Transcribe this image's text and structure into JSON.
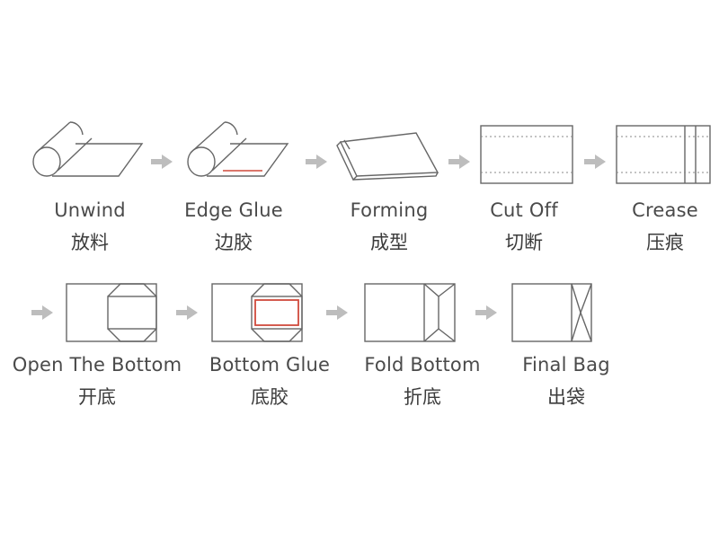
{
  "colors": {
    "line": "#666666",
    "arrow": "#bdbdbd",
    "glue": "#d04a3c",
    "text": "#4a4a4a"
  },
  "steps": [
    {
      "en": "Unwind",
      "zh": "放料",
      "icon": "roll-unwind-icon"
    },
    {
      "en": "Edge Glue",
      "zh": "边胶",
      "icon": "roll-edge-glue-icon"
    },
    {
      "en": "Forming",
      "zh": "成型",
      "icon": "tube-forming-icon"
    },
    {
      "en": "Cut Off",
      "zh": "切断",
      "icon": "cut-off-icon"
    },
    {
      "en": "Crease",
      "zh": "压痕",
      "icon": "crease-icon"
    },
    {
      "en": "Open The Bottom",
      "zh": "开底",
      "icon": "open-bottom-icon"
    },
    {
      "en": "Bottom Glue",
      "zh": "底胶",
      "icon": "bottom-glue-icon"
    },
    {
      "en": "Fold Bottom",
      "zh": "折底",
      "icon": "fold-bottom-icon"
    },
    {
      "en": "Final Bag",
      "zh": "出袋",
      "icon": "final-bag-icon"
    }
  ]
}
